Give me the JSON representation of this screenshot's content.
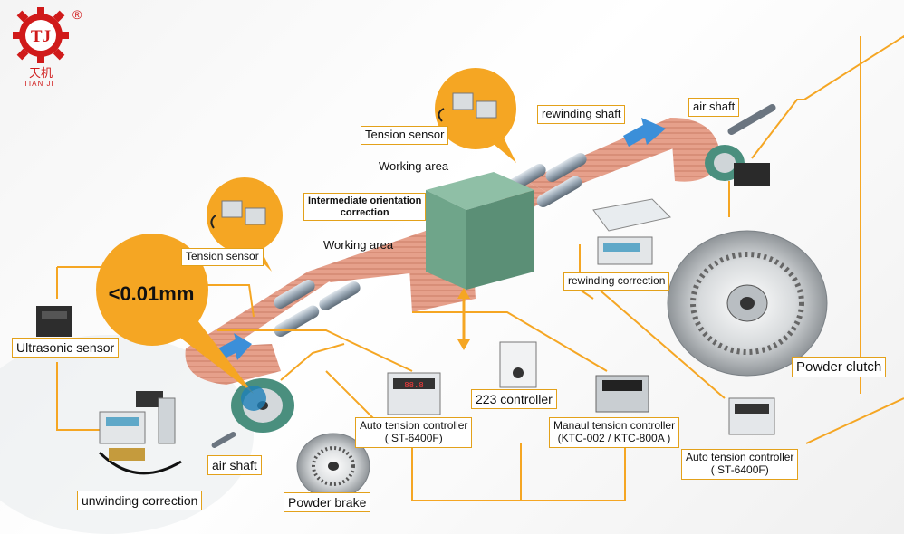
{
  "logo": {
    "mark": "TJ",
    "registered": "®",
    "chinese": "天机",
    "english": "TIAN JI"
  },
  "labels": {
    "tension_sensor_top": "Tension sensor",
    "rewinding_shaft": "rewinding shaft",
    "air_shaft_top": "air shaft",
    "working_area_top": "Working area",
    "intermediate_correction": "Intermediate orientation\ncorrection",
    "working_area_mid": "Working area",
    "tension_sensor_left": "Tension sensor",
    "precision": "<0.01mm",
    "rewinding_correction": "rewinding correction",
    "ultrasonic_sensor": "Ultrasonic sensor",
    "controller_223": "223 controller",
    "auto_tension_left": "Auto tension controller\n( ST-6400F)",
    "manual_tension": "Manaul tension controller\n(KTC-002 / KTC-800A )",
    "powder_clutch": "Powder clutch",
    "auto_tension_right": "Auto tension controller\n( ST-6400F)",
    "air_shaft_bottom": "air shaft",
    "unwinding_correction": "unwinding correction",
    "powder_brake": "Powder brake"
  },
  "controller_display": "88.8",
  "colors": {
    "accent": "#f5a623",
    "web": "#e8a08a",
    "web_dark": "#c9715a",
    "arrow": "#3b8fd9",
    "machine": "#6fa58a",
    "roller": "#a9b6c2",
    "logo_red": "#d01a1a"
  }
}
